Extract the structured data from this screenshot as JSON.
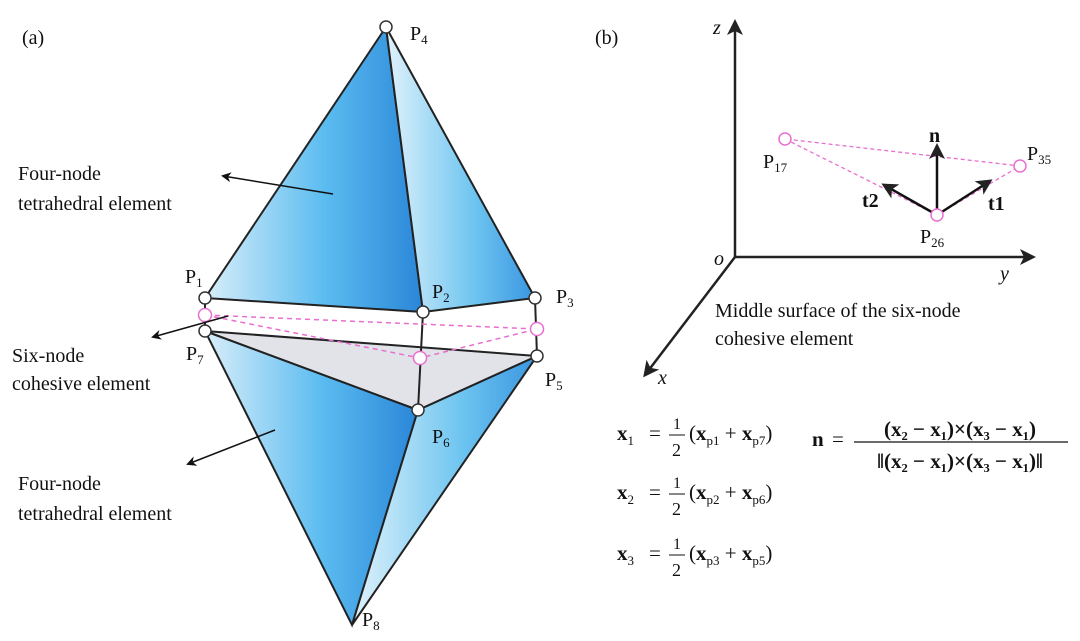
{
  "panel_a": {
    "label": "(a)",
    "nodes": {
      "p1": "P",
      "p1s": "1",
      "p2": "P",
      "p2s": "2",
      "p3": "P",
      "p3s": "3",
      "p4": "P",
      "p4s": "4",
      "p5": "P",
      "p5s": "5",
      "p6": "P",
      "p6s": "6",
      "p7": "P",
      "p7s": "7",
      "p8": "P",
      "p8s": "8"
    },
    "upper_label": [
      "Four-node",
      "tetrahedral element"
    ],
    "cohesive_label": [
      "Six-node",
      "cohesive element"
    ],
    "lower_label": [
      "Four-node",
      "tetrahedral element"
    ]
  },
  "panel_b": {
    "label": "(b)",
    "axes": {
      "z": "z",
      "y": "y",
      "x": "x",
      "origin": "o"
    },
    "points": {
      "p17": "P",
      "p17s": "17",
      "p26": "P",
      "p26s": "26",
      "p35": "P",
      "p35s": "35"
    },
    "vectors": {
      "n": "n",
      "t1": "t1",
      "t2": "t2"
    },
    "caption": [
      "Middle surface of the six-node",
      "cohesive element"
    ],
    "equations": {
      "x1": {
        "lhs": "x",
        "lhs_sub": "1",
        "a": "x",
        "a_sub": "p1",
        "b": "x",
        "b_sub": "p7"
      },
      "x2": {
        "lhs": "x",
        "lhs_sub": "2",
        "a": "x",
        "a_sub": "p2",
        "b": "x",
        "b_sub": "p6"
      },
      "x3": {
        "lhs": "x",
        "lhs_sub": "3",
        "a": "x",
        "a_sub": "p3",
        "b": "x",
        "b_sub": "p5"
      },
      "half_num": "1",
      "half_den": "2",
      "n_lhs": "n",
      "n_numerator": "(x₂ − x₁)×(x₃ − x₁)",
      "n_denominator": "‖(x₂ − x₁)×(x₃ − x₁)‖"
    }
  },
  "colors": {
    "blue_dark": "#2a86d8",
    "blue_mid": "#5bbcf0",
    "blue_light": "#d9eefa",
    "gray_face": "#e1e3e8",
    "pink": "#e86fd0"
  }
}
